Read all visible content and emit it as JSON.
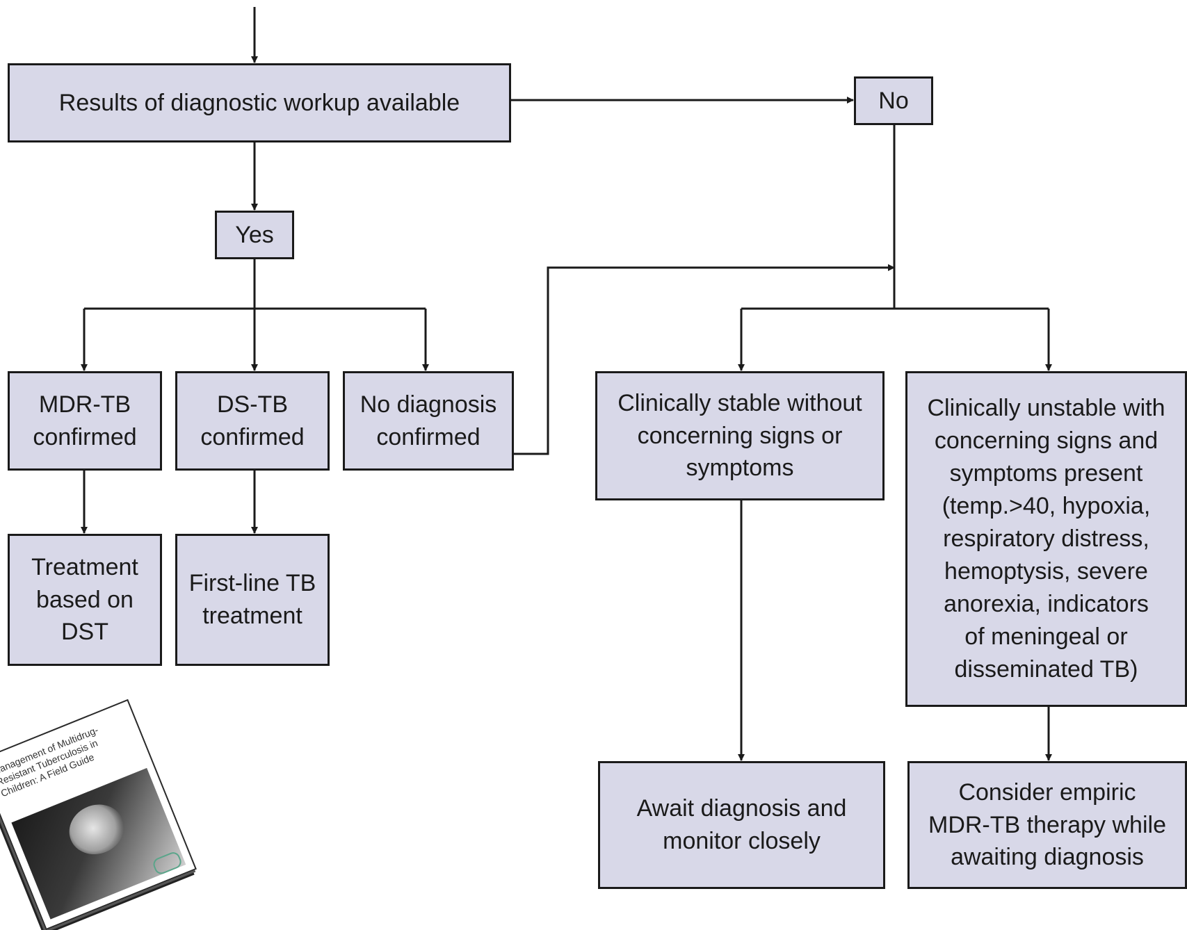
{
  "flowchart": {
    "nodes": {
      "results": "Results of diagnostic workup available",
      "no": "No",
      "yes": "Yes",
      "mdr": "MDR-TB\nconfirmed",
      "ds": "DS-TB\nconfirmed",
      "nodx": "No diagnosis\nconfirmed",
      "stable": "Clinically stable without\nconcerning signs or\nsymptoms",
      "unstable": "Clinically unstable with\nconcerning signs and\nsymptoms present\n(temp.>40, hypoxia,\nrespiratory distress,\nhemoptysis, severe\nanorexia, indicators\nof meningeal or\ndisseminated TB)",
      "mdr_treatment": "Treatment\nbased on\nDST",
      "firstline": "First-line TB\ntreatment",
      "await": "Await diagnosis and\nmonitor closely",
      "empiric": "Consider empiric\nMDR-TB therapy while\nawaiting diagnosis"
    },
    "colors": {
      "box_fill": "#d8d8e8",
      "line": "#1a1a1a"
    }
  },
  "booklet": {
    "title": "Management of Multidrug-Resistant Tuberculosis in Children: A Field Guide"
  }
}
